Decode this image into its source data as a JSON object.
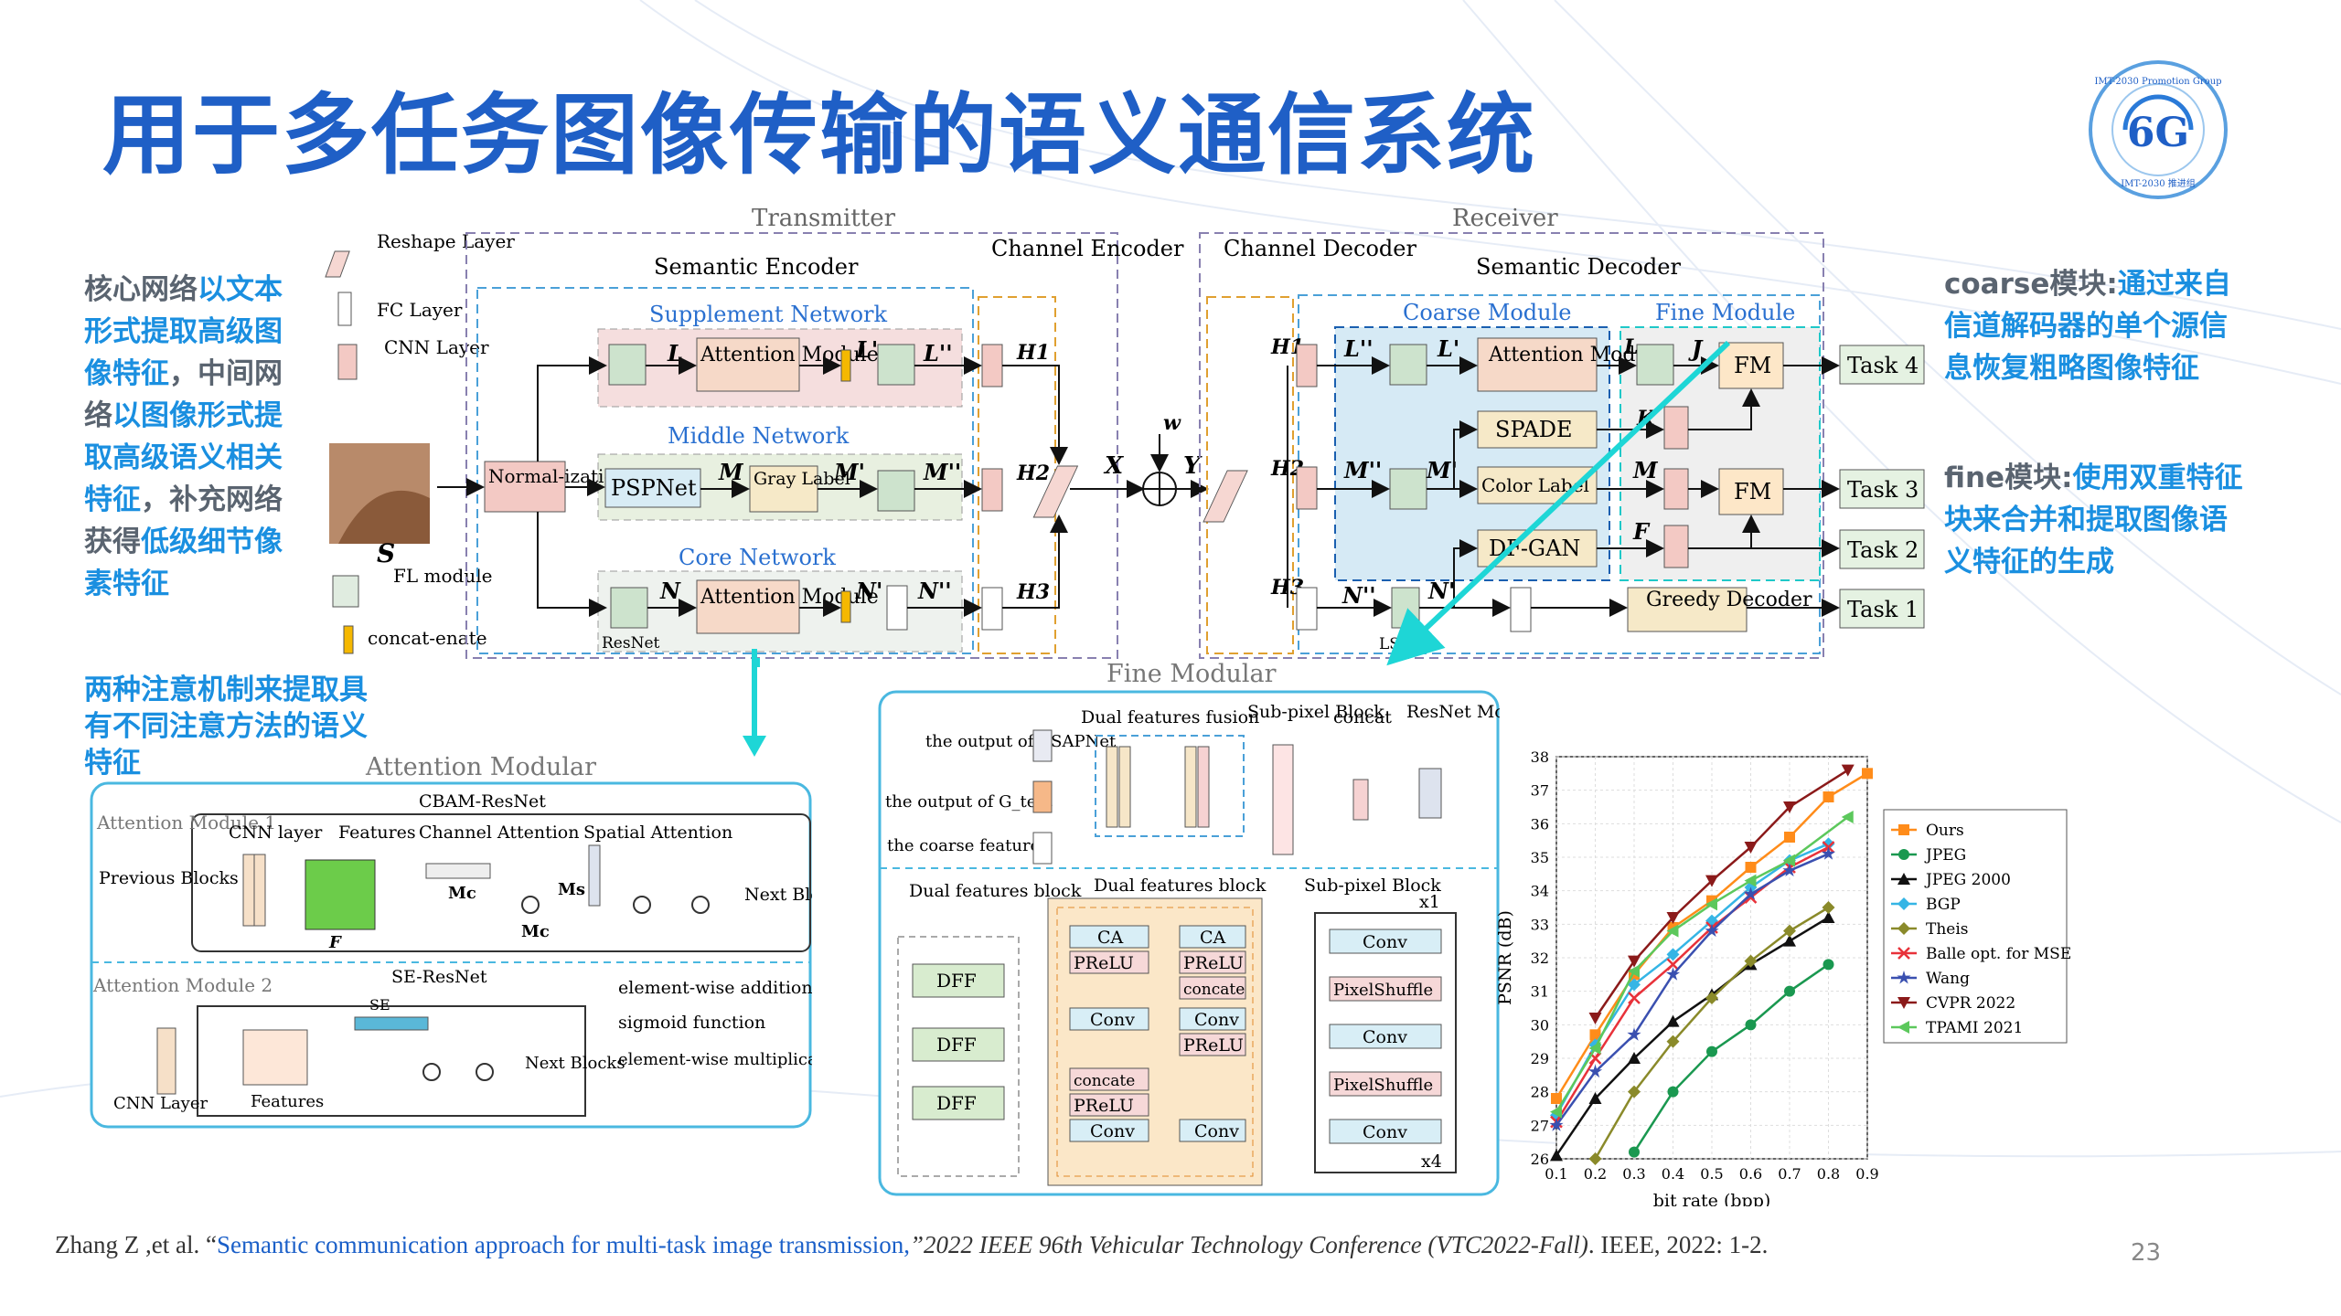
{
  "title": "用于多任务图像传输的语义通信系统",
  "logo": {
    "top_text": "IMT-2030 Promotion Group",
    "center": "6G",
    "bottom_text": "IMT-2030 推进组"
  },
  "left_note": {
    "parts": [
      "核心网络",
      "以文本形式提取高级图像特征",
      "，中间网络",
      "以图像形式提取高级语义相关特征",
      "，补充网络获得",
      "低级细节像素特征"
    ]
  },
  "left_note2": "两种注意机制来提取具有不同注意方法的语义特征",
  "right_note1": {
    "head": "coarse模块:",
    "body": "通过来自信道解码器的单个源信息恢复粗略图像特征"
  },
  "right_note2": {
    "head": "fine模块:",
    "body": "使用双重特征块来合并和提取图像语义特征的生成"
  },
  "main_diagram": {
    "legend": {
      "reshape": "Reshape Layer",
      "fc": "FC Layer",
      "cnn": "CNN Layer",
      "fl": "FL module",
      "concat": "concat-enate"
    },
    "transmitter": "Transmitter",
    "receiver": "Receiver",
    "semantic_encoder": "Semantic Encoder",
    "channel_encoder": "Channel Encoder",
    "channel_decoder": "Channel Decoder",
    "semantic_decoder": "Semantic Decoder",
    "supplement": "Supplement Network",
    "middle": "Middle Network",
    "core": "Core Network",
    "coarse": "Coarse Module",
    "fine": "Fine Module",
    "normalization": "Normal-ization",
    "attention": "Attention Module",
    "pspnet": "PSPNet",
    "gray": "Gray Label",
    "resnet": "ResNet",
    "lstm": "LSTM",
    "spade": "SPADE",
    "color": "Color Label",
    "dfgan": "DF-GAN",
    "fm": "FM",
    "greedy": "Greedy Decoder",
    "tasks": [
      "Task 4",
      "Task 3",
      "Task 2",
      "Task 1"
    ],
    "sym": {
      "L": "L",
      "L1": "L'",
      "L2": "L''",
      "M": "M",
      "M1": "M'",
      "M2": "M''",
      "N": "N",
      "N1": "N'",
      "N2": "N''",
      "H1": "H1",
      "H2": "H2",
      "H3": "H3",
      "X": "X",
      "Y": "Y",
      "w": "w",
      "S": "S",
      "J": "J",
      "K": "K",
      "F": "F"
    }
  },
  "attention_modular": {
    "title": "Attention Modular",
    "cbam": "CBAM-ResNet",
    "se_resnet": "SE-ResNet",
    "m1": "Attention Module 1",
    "m2": "Attention Module 2",
    "cnn_layer": "CNN layer",
    "features": "Features",
    "channel_att": "Channel Attention",
    "spatial_att": "Spatial Attention",
    "prev": "Previous Blocks",
    "next": "Next Blocks",
    "F": "F",
    "Mc": "Mc",
    "Ms": "Ms",
    "SE": "SE",
    "cnn_layer2": "CNN Layer",
    "leg_add": "element-wise addition of matrices",
    "leg_sig": "sigmoid function",
    "leg_mul": "element-wise multiplication of matrices"
  },
  "fine_modular": {
    "title": "Fine Modular",
    "in1": "the output of ASAPNet",
    "in2": "the output of G_text",
    "in3": "the coarse feature",
    "dff_fusion": "Dual features fusion",
    "subpixel": "Sub-pixel Block",
    "concat": "concat",
    "resnet": "ResNet Module",
    "dff_block": "Dual features block",
    "dff": "DFF",
    "dfb": "Dual features block",
    "ca": "CA",
    "prelu": "PReLU",
    "conv": "Conv",
    "concate": "concate",
    "sp_block": "Sub-pixel Block",
    "x1": "x1",
    "x4": "x4",
    "pixelshuffle": "PixelShuffle"
  },
  "chart_data": {
    "type": "line",
    "xlabel": "bit rate (bpp)",
    "ylabel": "PSNR (dB)",
    "xlim": [
      0.1,
      0.9
    ],
    "ylim": [
      26,
      38
    ],
    "xticks": [
      0.1,
      0.2,
      0.3,
      0.4,
      0.5,
      0.6,
      0.7,
      0.8,
      0.9
    ],
    "yticks": [
      26,
      27,
      28,
      29,
      30,
      31,
      32,
      33,
      34,
      35,
      36,
      37,
      38
    ],
    "grid": true,
    "legend": "right",
    "series": [
      {
        "name": "Ours",
        "color": "#ff8c1a",
        "marker": "s",
        "x": [
          0.1,
          0.2,
          0.3,
          0.4,
          0.5,
          0.6,
          0.7,
          0.8,
          0.9
        ],
        "y": [
          27.8,
          29.7,
          31.5,
          32.9,
          33.7,
          34.7,
          35.6,
          36.8,
          37.5
        ]
      },
      {
        "name": "JPEG",
        "color": "#1a9850",
        "marker": "o",
        "x": [
          0.3,
          0.4,
          0.5,
          0.6,
          0.7,
          0.8
        ],
        "y": [
          26.2,
          28.0,
          29.2,
          30.0,
          31.0,
          31.8
        ]
      },
      {
        "name": "JPEG 2000",
        "color": "#111111",
        "marker": "^",
        "x": [
          0.1,
          0.2,
          0.3,
          0.4,
          0.5,
          0.6,
          0.7,
          0.8
        ],
        "y": [
          26.1,
          27.8,
          29.0,
          30.1,
          30.9,
          31.8,
          32.5,
          33.2
        ]
      },
      {
        "name": "BGP",
        "color": "#35b5e5",
        "marker": "D",
        "x": [
          0.1,
          0.2,
          0.3,
          0.4,
          0.5,
          0.6,
          0.7,
          0.8
        ],
        "y": [
          27.3,
          29.4,
          31.2,
          32.1,
          33.1,
          34.1,
          34.9,
          35.4
        ]
      },
      {
        "name": "Theis",
        "color": "#8a8a2a",
        "marker": "D",
        "x": [
          0.2,
          0.3,
          0.4,
          0.5,
          0.6,
          0.7,
          0.8
        ],
        "y": [
          26.0,
          28.0,
          29.5,
          30.8,
          31.9,
          32.8,
          33.5
        ]
      },
      {
        "name": "Balle opt. for MSE",
        "color": "#e8323a",
        "marker": "x",
        "x": [
          0.1,
          0.2,
          0.3,
          0.4,
          0.5,
          0.6,
          0.7,
          0.8
        ],
        "y": [
          27.1,
          29.0,
          30.8,
          31.8,
          32.9,
          33.8,
          34.7,
          35.3
        ]
      },
      {
        "name": "Wang",
        "color": "#3a50b0",
        "marker": "*",
        "x": [
          0.1,
          0.2,
          0.3,
          0.4,
          0.5,
          0.6,
          0.7,
          0.8
        ],
        "y": [
          27.0,
          28.6,
          29.7,
          31.5,
          32.8,
          33.9,
          34.6,
          35.1
        ]
      },
      {
        "name": "CVPR 2022",
        "color": "#8b1a1a",
        "marker": "v",
        "x": [
          0.2,
          0.3,
          0.4,
          0.5,
          0.6,
          0.7,
          0.85
        ],
        "y": [
          30.2,
          31.9,
          33.2,
          34.3,
          35.3,
          36.5,
          37.6
        ]
      },
      {
        "name": "TPAMI 2021",
        "color": "#5cc85c",
        "marker": "<",
        "x": [
          0.1,
          0.2,
          0.3,
          0.4,
          0.5,
          0.6,
          0.7,
          0.85
        ],
        "y": [
          27.4,
          29.3,
          31.6,
          32.8,
          33.6,
          34.3,
          34.9,
          36.2
        ]
      }
    ]
  },
  "reference": {
    "authors": "Zhang Z ,et al. “",
    "paper": "Semantic communication approach for multi-task image transmission,",
    "venue": "”2022 IEEE 96th Vehicular Technology Conference (VTC2022-Fall)",
    "rest": ". IEEE, 2022: 1-2."
  },
  "page_number": "23"
}
